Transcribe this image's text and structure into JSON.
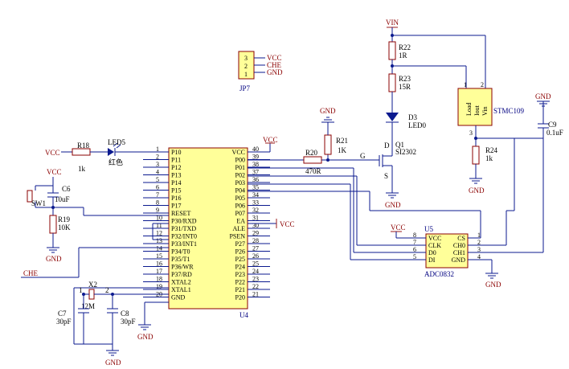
{
  "power": {
    "vcc": "VCC",
    "gnd": "GND",
    "vin": "VIN",
    "che": "CHE",
    "g": "G",
    "d": "D",
    "s": "S"
  },
  "u4": {
    "ref": "U4",
    "left": [
      {
        "num": "1",
        "name": "P10"
      },
      {
        "num": "2",
        "name": "P11"
      },
      {
        "num": "3",
        "name": "P12"
      },
      {
        "num": "4",
        "name": "P13"
      },
      {
        "num": "5",
        "name": "P14"
      },
      {
        "num": "6",
        "name": "P15"
      },
      {
        "num": "7",
        "name": "P16"
      },
      {
        "num": "8",
        "name": "P17"
      },
      {
        "num": "9",
        "name": "RESET"
      },
      {
        "num": "10",
        "name": "P30/RXD"
      },
      {
        "num": "11",
        "name": "P31/TXD"
      },
      {
        "num": "12",
        "name": "P32/INT0"
      },
      {
        "num": "13",
        "name": "P33/INT1"
      },
      {
        "num": "14",
        "name": "P34/T0"
      },
      {
        "num": "15",
        "name": "P35/T1"
      },
      {
        "num": "16",
        "name": "P36/WR"
      },
      {
        "num": "17",
        "name": "P37/RD"
      },
      {
        "num": "18",
        "name": "XTAL2"
      },
      {
        "num": "19",
        "name": "XTAL1"
      },
      {
        "num": "20",
        "name": "GND"
      }
    ],
    "right": [
      {
        "num": "40",
        "name": "VCC"
      },
      {
        "num": "39",
        "name": "P00"
      },
      {
        "num": "38",
        "name": "P01"
      },
      {
        "num": "37",
        "name": "P02"
      },
      {
        "num": "36",
        "name": "P03"
      },
      {
        "num": "35",
        "name": "P04"
      },
      {
        "num": "34",
        "name": "P05"
      },
      {
        "num": "33",
        "name": "P06"
      },
      {
        "num": "32",
        "name": "P07"
      },
      {
        "num": "31",
        "name": "EA"
      },
      {
        "num": "30",
        "name": "ALE"
      },
      {
        "num": "29",
        "name": "PSEN"
      },
      {
        "num": "28",
        "name": "P27"
      },
      {
        "num": "27",
        "name": "P26"
      },
      {
        "num": "26",
        "name": "P25"
      },
      {
        "num": "25",
        "name": "P24"
      },
      {
        "num": "24",
        "name": "P23"
      },
      {
        "num": "23",
        "name": "P22"
      },
      {
        "num": "22",
        "name": "P21"
      },
      {
        "num": "21",
        "name": "P20"
      }
    ]
  },
  "u5": {
    "ref": "U5",
    "part": "ADC0832",
    "left": [
      {
        "num": "8",
        "name": "VCC"
      },
      {
        "num": "7",
        "name": "CLK"
      },
      {
        "num": "6",
        "name": "D0"
      },
      {
        "num": "5",
        "name": "DI"
      }
    ],
    "right": [
      {
        "num": "1",
        "name": "CS"
      },
      {
        "num": "2",
        "name": "CH0"
      },
      {
        "num": "3",
        "name": "CH1"
      },
      {
        "num": "4",
        "name": "GND"
      }
    ]
  },
  "jp7": {
    "ref": "JP7",
    "pins": [
      "3",
      "2",
      "1"
    ],
    "nets": [
      "VCC",
      "CHE",
      "GND"
    ]
  },
  "stmc": {
    "ref": "STMC109",
    "pins": [
      "1",
      "2",
      "3"
    ],
    "labels": [
      "Load",
      "Iout",
      "Vin"
    ]
  },
  "parts": {
    "r18": {
      "ref": "R18",
      "val": "1k"
    },
    "led5": {
      "ref": "LED5",
      "val": "红色"
    },
    "r19": {
      "ref": "R19",
      "val": "10K"
    },
    "c6": {
      "ref": "C6",
      "val": "10uF"
    },
    "sw1": {
      "ref": "SW1"
    },
    "x2": {
      "ref": "X2",
      "val": "12M",
      "p1": "1",
      "p2": "2"
    },
    "c7": {
      "ref": "C7",
      "val": "30pF"
    },
    "c8": {
      "ref": "C8",
      "val": "30pF"
    },
    "r20": {
      "ref": "R20",
      "val": "470R"
    },
    "r21": {
      "ref": "R21",
      "val": "1K"
    },
    "r22": {
      "ref": "R22",
      "val": "1R"
    },
    "r23": {
      "ref": "R23",
      "val": "15R"
    },
    "r24": {
      "ref": "R24",
      "val": "1k"
    },
    "d3": {
      "ref": "D3",
      "val": "LED0"
    },
    "q1": {
      "ref": "Q1",
      "val": "SI2302"
    },
    "c9": {
      "ref": "C9",
      "val": "0.1uF"
    }
  }
}
